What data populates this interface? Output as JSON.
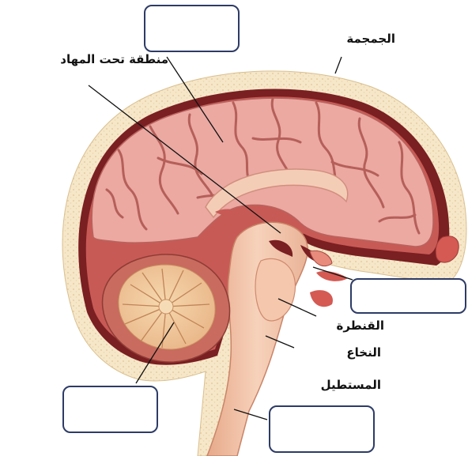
{
  "labels": {
    "skull": "الجمجمة",
    "hypothalamus": "منطقة تحت المهاد",
    "pons": "القنطرة",
    "medulla_line1": "النخاع",
    "medulla_line2": "المستطيل"
  },
  "answer_boxes": [
    {
      "target": "cerebrum",
      "value": ""
    },
    {
      "target": "pituitary",
      "value": ""
    },
    {
      "target": "cerebellum",
      "value": ""
    },
    {
      "target": "spinal-cord",
      "value": ""
    }
  ],
  "colors": {
    "skull_fill": "#f6e7c9",
    "skull_dots": "#e7cf9f",
    "dura": "#7a1f22",
    "meninges": "#b44a46",
    "cerebrum": "#e9a7a1",
    "cerebrum_sulci": "#b9635e",
    "brainstem": "#f2c2a6",
    "cerebellum_inner": "#f0c79a",
    "cerebellum_outer": "#c96b5e",
    "box_border": "#2d3b66"
  }
}
